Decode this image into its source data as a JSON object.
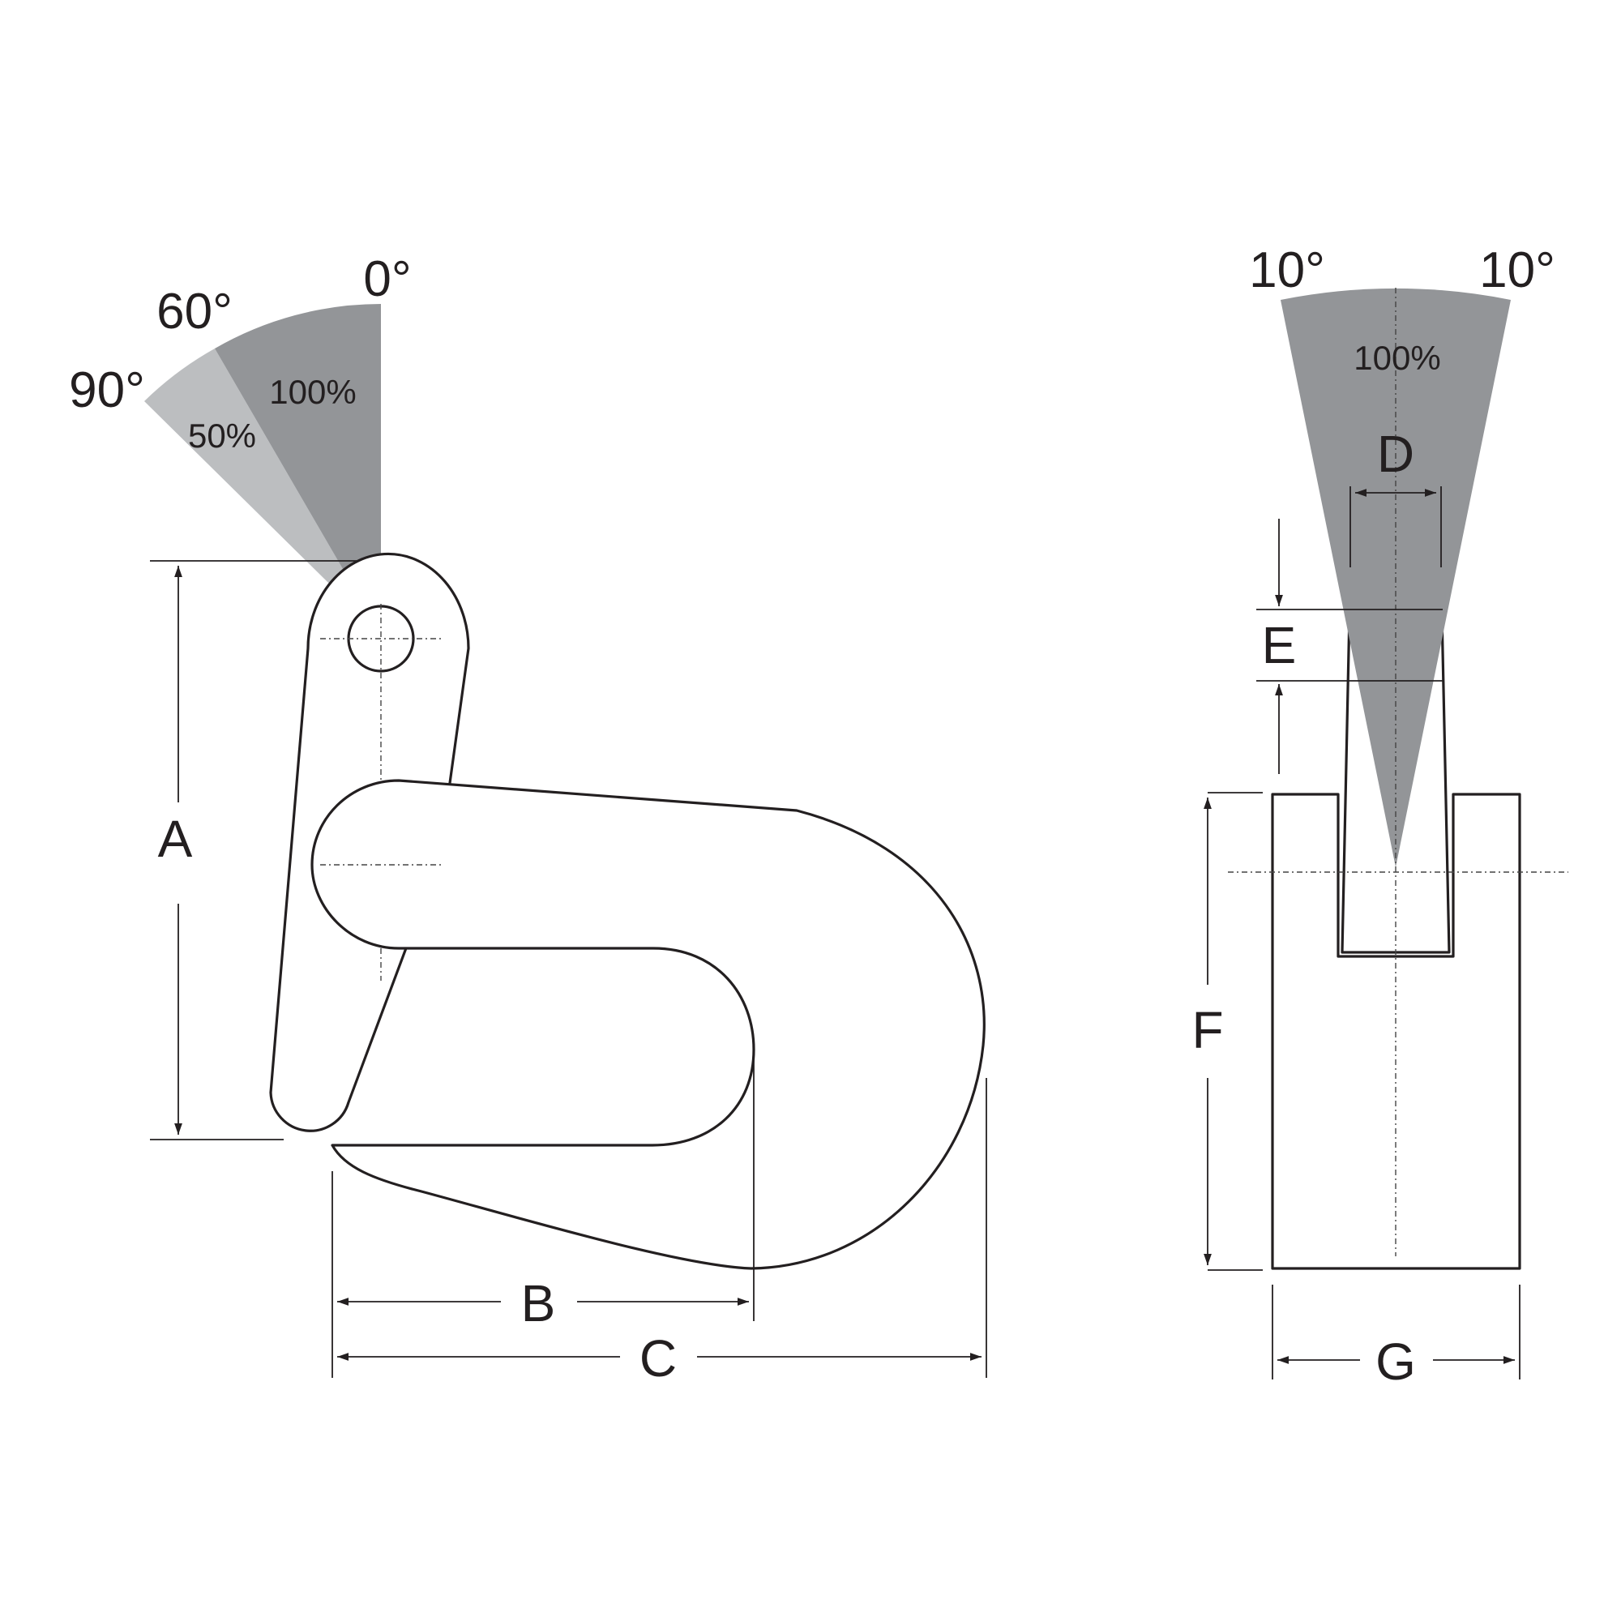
{
  "colors": {
    "line": "#231f20",
    "sector_full": "#939598",
    "sector_half": "#bcbec0",
    "background": "#ffffff"
  },
  "side_view": {
    "angles": {
      "zero": "0°",
      "sixty": "60°",
      "ninety": "90°"
    },
    "capacity": {
      "full": "100%",
      "half": "50%"
    },
    "dimensions": {
      "a": "A",
      "b": "B",
      "c": "C"
    }
  },
  "front_view": {
    "angles": {
      "left": "10°",
      "right": "10°"
    },
    "capacity": {
      "full": "100%"
    },
    "dimensions": {
      "d": "D",
      "e": "E",
      "f": "F",
      "g": "G"
    }
  }
}
